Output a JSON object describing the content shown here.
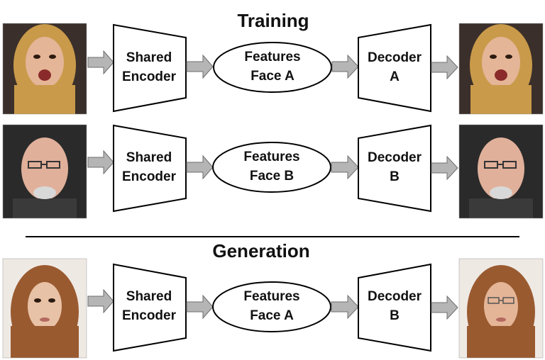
{
  "sections": {
    "training_title": "Training",
    "generation_title": "Generation"
  },
  "rows": [
    {
      "encoder_line1": "Shared",
      "encoder_line2": "Encoder",
      "features_line1": "Features",
      "features_line2": "Face A",
      "decoder_line1": "Decoder",
      "decoder_line2": "A",
      "input_photo": "photo of face A",
      "output_photo": "reconstructed face A"
    },
    {
      "encoder_line1": "Shared",
      "encoder_line2": "Encoder",
      "features_line1": "Features",
      "features_line2": "Face B",
      "decoder_line1": "Decoder",
      "decoder_line2": "B",
      "input_photo": "photo of face B",
      "output_photo": "reconstructed face B"
    },
    {
      "encoder_line1": "Shared",
      "encoder_line2": "Encoder",
      "features_line1": "Features",
      "features_line2": "Face A",
      "decoder_line1": "Decoder",
      "decoder_line2": "B",
      "input_photo": "photo of face A",
      "output_photo": "face-swapped output"
    }
  ],
  "colors": {
    "arrow_fill": "#b5b5b5",
    "arrow_stroke": "#6e6e6e",
    "shape_stroke": "#000000",
    "skin": "#e4b596",
    "hair_blonde": "#c99a4a",
    "hair_auburn": "#9a5a30",
    "bg_dark": "#2a2a2a",
    "bg_light": "#efe9e4"
  }
}
